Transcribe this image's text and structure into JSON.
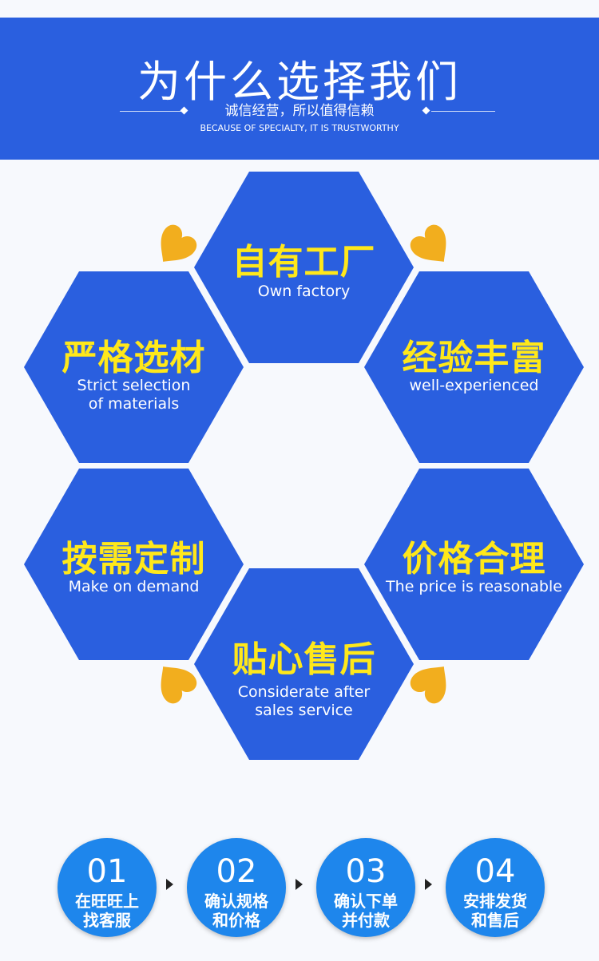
{
  "header": {
    "title": "为什么选择我们",
    "subtitle": "诚信经营，所以值得信赖",
    "subtitle_en": "BECAUSE OF SPECIALTY, IT IS TRUSTWORTHY"
  },
  "colors": {
    "primary_blue": "#2a5fdf",
    "hex_blue": "#2a5fdf",
    "title_yellow": "#ffe81a",
    "heart_orange": "#f2ae1e",
    "step_blue": "#1e86ec"
  },
  "features": [
    {
      "title": "自有工厂",
      "subtitle": "Own factory"
    },
    {
      "title": "严格选材",
      "subtitle": "Strict selection\nof materials"
    },
    {
      "title": "经验丰富",
      "subtitle": "well-experienced"
    },
    {
      "title": "按需定制",
      "subtitle": "Make on demand"
    },
    {
      "title": "价格合理",
      "subtitle": "The price is reasonable"
    },
    {
      "title": "贴心售后",
      "subtitle": "Considerate after\nsales service"
    }
  ],
  "steps": [
    {
      "number": "01",
      "text": "在旺旺上\n找客服"
    },
    {
      "number": "02",
      "text": "确认规格\n和价格"
    },
    {
      "number": "03",
      "text": "确认下单\n并付款"
    },
    {
      "number": "04",
      "text": "安排发货\n和售后"
    }
  ]
}
